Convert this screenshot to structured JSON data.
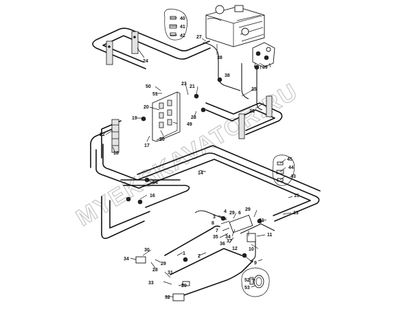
{
  "watermark": "MYEKSKAVATOR.RU",
  "callouts": [
    {
      "id": "c40",
      "text": "40"
    },
    {
      "id": "c41",
      "text": "41"
    },
    {
      "id": "c42",
      "text": "42"
    },
    {
      "id": "c27",
      "text": "27"
    },
    {
      "id": "c38a",
      "text": "38"
    },
    {
      "id": "c38b",
      "text": "38"
    },
    {
      "id": "c39",
      "text": "39"
    },
    {
      "id": "c24",
      "text": "24"
    },
    {
      "id": "c50",
      "text": "50"
    },
    {
      "id": "c51",
      "text": "51"
    },
    {
      "id": "c23a",
      "text": "23"
    },
    {
      "id": "c21",
      "text": "21"
    },
    {
      "id": "c25",
      "text": "25"
    },
    {
      "id": "c20a",
      "text": "20"
    },
    {
      "id": "c26",
      "text": "26"
    },
    {
      "id": "c23b",
      "text": "23"
    },
    {
      "id": "c19",
      "text": "19"
    },
    {
      "id": "c49",
      "text": "49"
    },
    {
      "id": "c22",
      "text": "22"
    },
    {
      "id": "c17",
      "text": "17"
    },
    {
      "id": "c20b",
      "text": "20"
    },
    {
      "id": "c18",
      "text": "18"
    },
    {
      "id": "c45",
      "text": "45"
    },
    {
      "id": "c44",
      "text": "44"
    },
    {
      "id": "c43",
      "text": "43"
    },
    {
      "id": "c14",
      "text": "14"
    },
    {
      "id": "c54",
      "text": "54"
    },
    {
      "id": "c16",
      "text": "16"
    },
    {
      "id": "c15",
      "text": "15"
    },
    {
      "id": "c13",
      "text": "13"
    },
    {
      "id": "c4",
      "text": "4"
    },
    {
      "id": "c29a",
      "text": "29"
    },
    {
      "id": "c6",
      "text": "6"
    },
    {
      "id": "c29b",
      "text": "29"
    },
    {
      "id": "c3",
      "text": "3"
    },
    {
      "id": "c8",
      "text": "8"
    },
    {
      "id": "c31",
      "text": "31"
    },
    {
      "id": "c7",
      "text": "7"
    },
    {
      "id": "c35",
      "text": "35"
    },
    {
      "id": "c34a",
      "text": "34"
    },
    {
      "id": "c37",
      "text": "37"
    },
    {
      "id": "c36",
      "text": "36"
    },
    {
      "id": "c12",
      "text": "12"
    },
    {
      "id": "c11",
      "text": "11"
    },
    {
      "id": "c10",
      "text": "10"
    },
    {
      "id": "c30",
      "text": "30"
    },
    {
      "id": "c1",
      "text": "1"
    },
    {
      "id": "c2",
      "text": "2"
    },
    {
      "id": "c34b",
      "text": "34"
    },
    {
      "id": "c29c",
      "text": "29"
    },
    {
      "id": "c28",
      "text": "28"
    },
    {
      "id": "c9",
      "text": "9"
    },
    {
      "id": "c31b",
      "text": "31"
    },
    {
      "id": "c33",
      "text": "33"
    },
    {
      "id": "c29d",
      "text": "29"
    },
    {
      "id": "c52",
      "text": "52"
    },
    {
      "id": "c53",
      "text": "53"
    },
    {
      "id": "c32",
      "text": "32"
    }
  ]
}
